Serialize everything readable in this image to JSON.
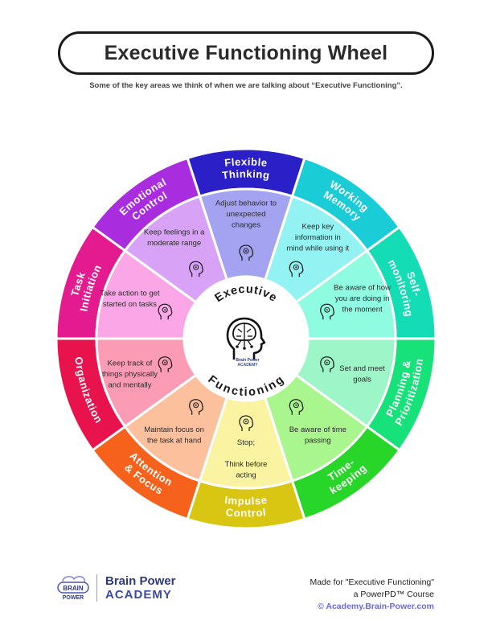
{
  "header": {
    "title": "Executive Functioning Wheel",
    "subtitle": "Some of the key areas we think of when we are talking about “Executive Functioning”."
  },
  "center": {
    "word_top": "Executive",
    "word_bottom": "Functioning",
    "badge_line1": "Brain Power",
    "badge_line2": "ACADEMY"
  },
  "segments": [
    {
      "label": [
        "Flexible",
        "Thinking"
      ],
      "text": [
        "Adjust behavior to",
        "unexpected",
        "changes"
      ],
      "outer_color": "#2b20c8",
      "inner_color": "#a3a3f2",
      "icon": "head-lightning-icon"
    },
    {
      "label": [
        "Working",
        "Memory"
      ],
      "text": [
        "Keep key",
        "information in",
        "mind while using it"
      ],
      "outer_color": "#19ccd6",
      "inner_color": "#93f2f2",
      "icon": "head-gears-icon"
    },
    {
      "label": [
        "Self-",
        "monitoring"
      ],
      "text": [
        "Be aware of how",
        "you are doing in",
        "the moment"
      ],
      "outer_color": "#14ddb6",
      "inner_color": "#8ffbe0",
      "icon": "head-flower-icon"
    },
    {
      "label": [
        "Planning &",
        "Prioritization"
      ],
      "text": [
        "Set and meet",
        "goals"
      ],
      "outer_color": "#17e27a",
      "inner_color": "#9cf6c8",
      "icon": "calendar-check-icon"
    },
    {
      "label": [
        "Time-",
        "keeping"
      ],
      "text": [
        "Be aware of time",
        "passing"
      ],
      "outer_color": "#27d629",
      "inner_color": "#a9f58e",
      "icon": "head-clock-icon"
    },
    {
      "label": [
        "Impulse",
        "Control"
      ],
      "text": [
        "Stop;",
        "",
        "Think before",
        "acting"
      ],
      "outer_color": "#d8c612",
      "inner_color": "#faf4a2",
      "icon": "head-stop-icon"
    },
    {
      "label": [
        "Attention",
        "& Focus"
      ],
      "text": [
        "Maintain focus on",
        "the task at hand"
      ],
      "outer_color": "#f6621b",
      "inner_color": "#fcc09c",
      "icon": "head-target-icon"
    },
    {
      "label": [
        "Organization"
      ],
      "text": [
        "Keep track of",
        "things physically",
        "and mentally"
      ],
      "outer_color": "#e8124c",
      "inner_color": "#fb9cb4",
      "icon": "head-network-icon"
    },
    {
      "label": [
        "Task",
        "Initiation"
      ],
      "text": [
        "Take action to get",
        "started on tasks"
      ],
      "outer_color": "#e31b8e",
      "inner_color": "#fba6e6",
      "icon": "checklist-icon"
    },
    {
      "label": [
        "Emotional",
        "Control"
      ],
      "text": [
        "Keep feelings in a",
        "moderate range"
      ],
      "outer_color": "#a92cdf",
      "inner_color": "#d8a3f6",
      "icon": "head-heart-icon"
    }
  ],
  "footer": {
    "logo_top": "BRAIN",
    "logo_bottom": "POWER",
    "brand_line1": "Brain Power",
    "brand_line2": "ACADEMY",
    "made_for": "Made for \"Executive Functioning\"",
    "course": "a PowerPD™ Course",
    "link": "©  Academy.Brain-Power.com"
  }
}
